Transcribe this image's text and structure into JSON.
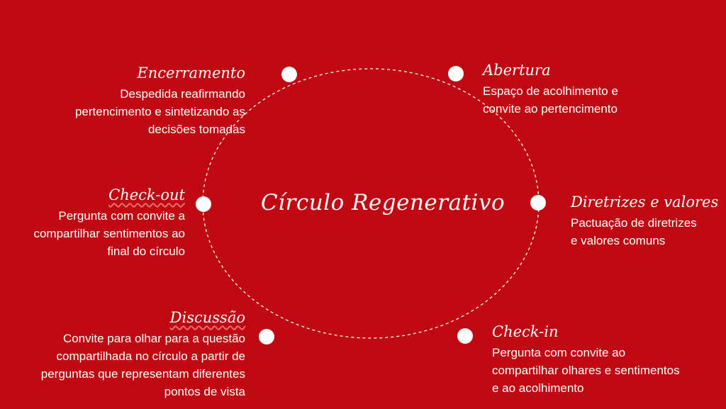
{
  "title": "Círculo Regenerativo",
  "colors": {
    "background": "#c00812",
    "text": "#ffffff",
    "ring": "#ffffff"
  },
  "steps": [
    {
      "key": "encerramento",
      "heading": "Encerramento",
      "description": [
        "Despedida reafirmando",
        "pertencimento e sintetizando as",
        "decisões tomadas"
      ]
    },
    {
      "key": "abertura",
      "heading": "Abertura",
      "description": [
        "Espaço de acolhimento e",
        "convite ao pertencimento"
      ]
    },
    {
      "key": "check-out",
      "heading": "Check-out",
      "description": [
        "Pergunta com convite a",
        "compartilhar sentimentos ao",
        "final do círculo"
      ]
    },
    {
      "key": "diretrizes",
      "heading": "Diretrizes e valores",
      "description": [
        "Pactuação de diretrizes",
        "e valores comuns"
      ]
    },
    {
      "key": "discussao",
      "heading": "Discussão",
      "description": [
        "Convite para olhar para a questão",
        "compartilhada no círculo a partir de",
        "perguntas que representam diferentes",
        "pontos de vista"
      ]
    },
    {
      "key": "check-in",
      "heading": "Check-in",
      "description": [
        "Pergunta com convite ao",
        "compartilhar olhares e sentimentos",
        "e ao acolhimento"
      ]
    }
  ]
}
